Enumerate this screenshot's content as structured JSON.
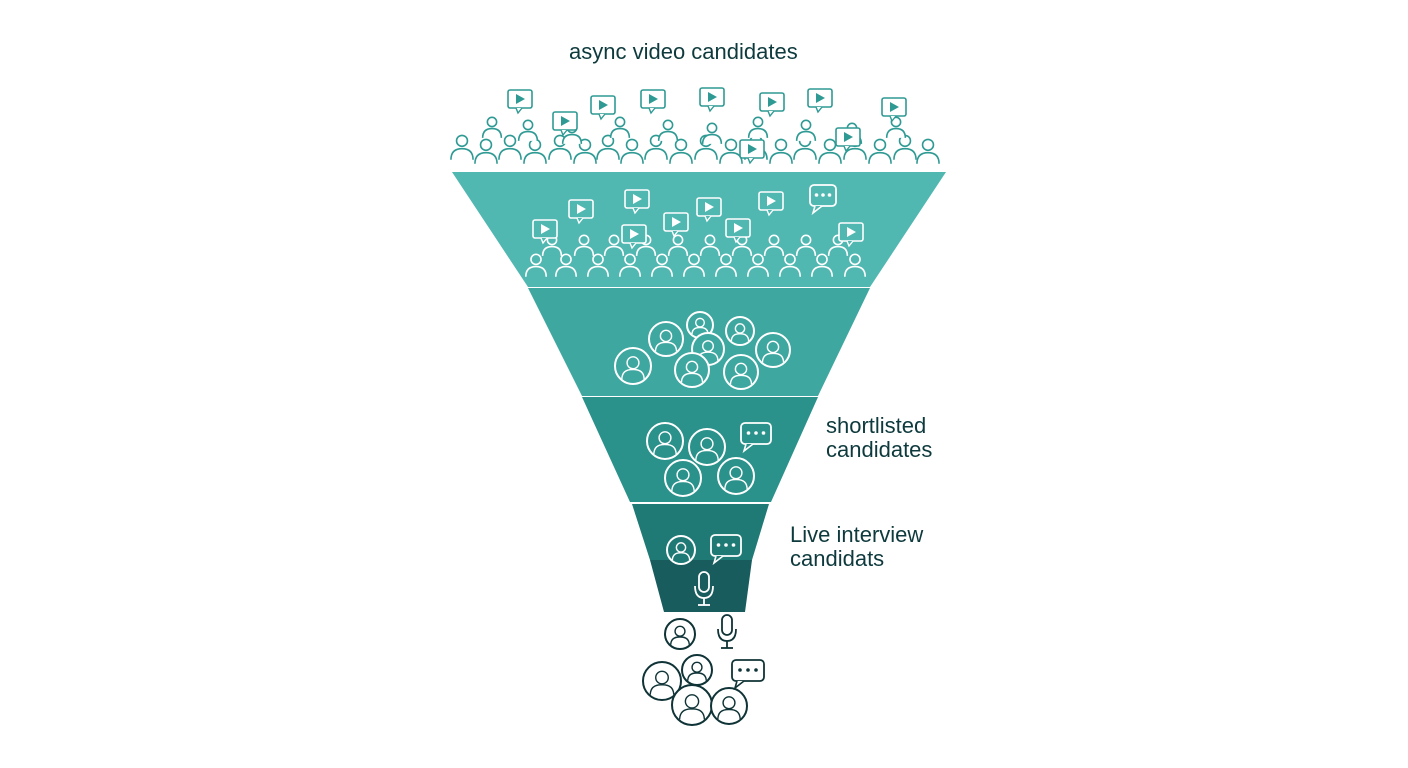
{
  "labels": {
    "top": "async video candidates",
    "shortlisted": [
      "shortlisted",
      "candidates"
    ],
    "live": [
      "Live interview",
      "candidats"
    ]
  },
  "colors": {
    "tier1": "#50b7b1",
    "tier2": "#3da7a0",
    "tier3": "#2a918b",
    "tier4": "#1f7a76",
    "tier5": "#185c5e",
    "icon_stroke_light": "#ffffff",
    "icon_stroke_dark": "#0f3336",
    "crowd": "#2f9a94",
    "text": "#0e3a3d"
  },
  "icons": {
    "crowd": "person-icon",
    "video": "video-play-icon",
    "chat": "chat-bubble-icon",
    "mic": "microphone-icon"
  }
}
